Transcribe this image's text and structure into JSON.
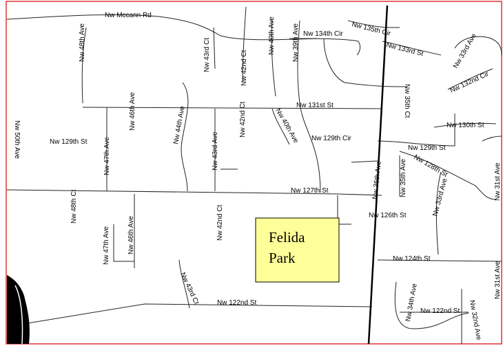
{
  "map": {
    "border_color": "#e03030",
    "park_fill": "#ffff99",
    "park": {
      "line1": "Felida",
      "line2": "Park"
    },
    "labels": {
      "mccann": "Nw Mccann Rd",
      "st135": "Nw 135th Cir",
      "cir134": "Nw 134th Cir",
      "st133": "Nw 133rd St",
      "ave33": "Nw 33rd Ave",
      "cir132": "Nw 132nd Cir",
      "ave48": "Nw 48th Ave",
      "ct43": "Nw 43rd Ct",
      "ct42": "Nw 42nd Ct",
      "ave40": "Nw 40th Ave",
      "ave39": "Nw 39th Ave",
      "ct35": "Nw 35th Ct",
      "ave46": "Nw 46th Ave",
      "st131": "Nw 131st St",
      "ave50": "Nw 50th Ave",
      "ave47": "Nw 47th Ave",
      "ave44": "Nw 44th Ave",
      "ave43": "Nw 43rd Ave",
      "ct42b": "Nw 42nd Ct",
      "ave40b": "Nw 40th Ave",
      "st129": "Nw 129th St",
      "cir129": "Nw 129th Cir",
      "st130": "Nw 130th St",
      "st129b": "Nw 129th St",
      "st128": "Nw 128th St",
      "ave36": "Nw 36th Ave",
      "ave35": "Nw 35th Ave",
      "ave33b": "Nw 33rd Ave",
      "ave31": "Nw 31st Ave",
      "st127": "Nw 127th St",
      "ct48": "Nw 48th Ct",
      "ave47b": "Nw 47th Ave",
      "ave46b": "Nw 46th Ave",
      "ct42c": "Nw 42nd Ct",
      "st126": "Nw 126th St",
      "st124": "Nw 124th St",
      "ave31b": "Nw 31st Ave",
      "ct43b": "Nw 43rd Ct",
      "st122": "Nw 122nd St",
      "ave34": "Nw 34th Ave",
      "st122b": "Nw 122nd St",
      "ave32": "Nw 32nd Ave"
    }
  }
}
